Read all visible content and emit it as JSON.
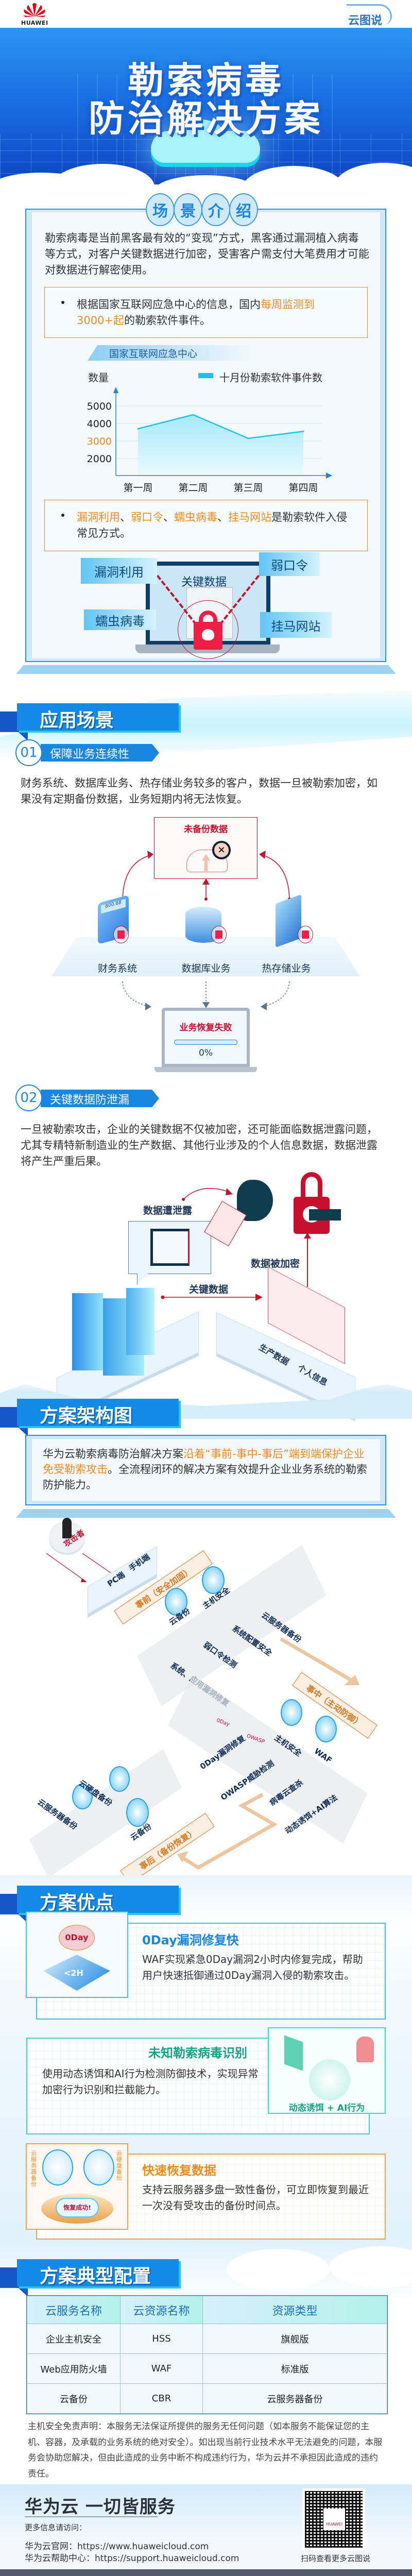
{
  "header": {
    "brand_logo": "HUAWEI",
    "series_logo": "云图说"
  },
  "hero": {
    "title_line1": "勒索病毒",
    "title_line2": "防治解决方案"
  },
  "intro": {
    "badge": [
      "场",
      "景",
      "介",
      "绍"
    ],
    "paragraph": "勒索病毒是当前黑客最有效的“变现”方式，黑客通过漏洞植入病毒等方式，对客户关键数据进行加密，受害客户需支付大笔费用才可能对数据进行解密使用。",
    "fact1": {
      "pre": "根据国家互联网应急中心的信息，国内",
      "highlight": "每周监测到3000+起",
      "post": "的勒索软件事件。"
    },
    "chart_source": "国家互联网应急中心",
    "fact2": {
      "h1": "漏洞利用",
      "s1": "、",
      "h2": "弱口令",
      "s2": "、",
      "h3": "蠕虫病毒",
      "s3": "、",
      "h4": "挂马网站",
      "post": "是勒索软件入侵常见方式。"
    },
    "illustration": {
      "center": "关键数据",
      "labels": [
        "漏洞利用",
        "弱口令",
        "蠕虫病毒",
        "挂马网站"
      ]
    }
  },
  "chart_data": {
    "type": "area",
    "title": "",
    "ylabel": "数量",
    "xlabel": "",
    "categories": [
      "第一周",
      "第二周",
      "第三周",
      "第四周"
    ],
    "series": [
      {
        "name": "十月份勒索软件事件数",
        "values": [
          3700,
          4500,
          3150,
          3550
        ],
        "color": "#17c6e0"
      }
    ],
    "yticks": [
      2000,
      3000,
      4000,
      5000
    ],
    "highlight_tick": 3000,
    "ylim": [
      1000,
      5500
    ],
    "grid": true,
    "legend": "top-right"
  },
  "scenarios": {
    "heading": "应用场景",
    "s1": {
      "num": "01",
      "title": "保障业务连续性",
      "text": "财务系统、数据库业务、热存储业务较多的客户，数据一旦被勒索加密，如果没有定期备份数据，业务短期内将无法恢复。",
      "unbacked_label": "未备份数据",
      "systems": [
        "财务系统",
        "数据库业务",
        "热存储业务"
      ],
      "calc_display": "800.88",
      "laptop_status": "业务恢复失败",
      "progress_text": "0%",
      "progress": 0
    },
    "s2": {
      "num": "02",
      "title": "关键数据防泄漏",
      "text": "一旦被勒索攻击，企业的关键数据不仅被加密，还可能面临数据泄露问题，尤其专精特新制造业的生产数据、其他行业涉及的个人信息数据，数据泄露将产生严重后果。",
      "leak_label": "数据遭泄露",
      "encrypted_label": "数据被加密",
      "key_data_label": "关键数据",
      "production_label": "生产数据",
      "personal_label": "个人信息"
    }
  },
  "architecture": {
    "heading": "方案架构图",
    "desc": {
      "pre": "华为云勒索病毒防治解决方案",
      "highlight": "沿着“事前-事中-事后”端到端保护企业免受勒索攻击",
      "post": "。全流程闭环的解决方案有效提升企业业务系统的勒索防护能力。"
    },
    "attacker": "攻击者",
    "endpoints": [
      "PC端",
      "手机端"
    ],
    "before": {
      "banner": "事前（安全加固）",
      "items": [
        "云备份",
        "主机安全",
        "云服务器备份",
        "系统配置安全",
        "弱口令检测",
        "系统、应用漏洞修复"
      ]
    },
    "during": {
      "banner": "事中（主动防御）",
      "items": [
        "主机安全",
        "WAF",
        "0Day漏洞修复",
        "OWASP威胁检测",
        "病毒云查杀",
        "动态诱饵+AI算法"
      ],
      "icon_tags": [
        "0Day",
        "OWASP"
      ]
    },
    "after": {
      "banner": "事后（备份恢复）",
      "items": [
        "云硬盘备份",
        "云服务器备份",
        "云备份"
      ]
    }
  },
  "advantages": {
    "heading": "方案优点",
    "items": [
      {
        "title": "0Day漏洞修复快",
        "text": "WAF实现紧急0Day漏洞2小时内修复完成，帮助用户快速抵御通过0Day漏洞入侵的勒索攻击。",
        "icon_tag": "0Day",
        "icon_caption": "<2H",
        "color": "#1a86e0"
      },
      {
        "title": "未知勒索病毒识别",
        "text": "使用动态诱饵和AI行为检测防御技术，实现异常加密行为识别和拦截能力。",
        "icon_caption": "动态诱饵 + AI行为",
        "color": "#16a085"
      },
      {
        "title": "快速恢复数据",
        "text": "支持云服务器多盘一致性备份，可立即恢复到最近一次没有受攻击的备份时间点。",
        "icon_caption": "恢复成功!",
        "icon_side_labels": [
          "云服务器备份",
          "云硬盘备份"
        ],
        "color": "#f08a1c"
      }
    ]
  },
  "config": {
    "heading": "方案典型配置",
    "columns": [
      "云服务名称",
      "云资源名称",
      "资源类型"
    ],
    "rows": [
      [
        "企业主机安全",
        "HSS",
        "旗舰版"
      ],
      [
        "Web应用防火墙",
        "WAF",
        "标准版"
      ],
      [
        "云备份",
        "CBR",
        "云服务器备份"
      ]
    ],
    "disclaimer": "主机安全免责声明：本服务无法保证所提供的服务无任何问题（如本服务不能保证您的主机、容器，及承载的业务系统的绝对安全）。如出现当前行业技术水平无法避免的问题，本服务会协助您解决，但由此造成的业务中断不构成违约行为，华为云并不承担因此造成的违约责任。"
  },
  "footer": {
    "slogan": "华为云 一切皆服务",
    "more_info": "更多信息请访问：",
    "site_label": "华为云官网：",
    "site_url": "https://www.huaweicloud.com",
    "help_label": "华为云帮助中心：",
    "help_url": "https://support.huaweicloud.com",
    "qr_caption": "扫码查看更多云图说",
    "qr_logo": "HUAWEI"
  }
}
